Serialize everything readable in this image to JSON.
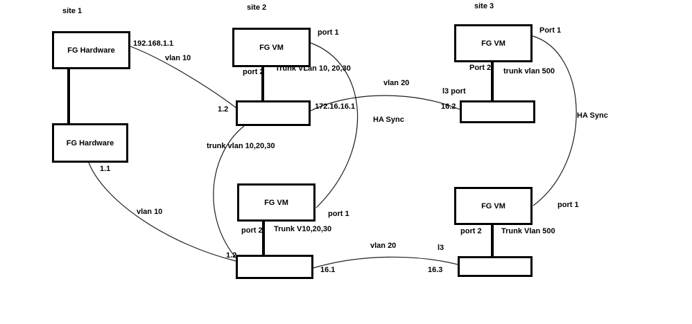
{
  "diagram": {
    "title": "FortiGate multi-site network topology",
    "line_color": "#1c1c1c",
    "box_border_color": "#000000",
    "site_labels": {
      "site1": "site 1",
      "site2": "site 2",
      "site3": "site 3"
    },
    "nodes": {
      "s1_hw_top": {
        "label": "FG Hardware"
      },
      "s1_hw_bot": {
        "label": "FG Hardware"
      },
      "s2_vm_top": {
        "label": "FG VM"
      },
      "s2_vm_bot": {
        "label": "FG VM"
      },
      "s3_vm_top": {
        "label": "FG VM"
      },
      "s3_vm_bot": {
        "label": "FG VM"
      }
    },
    "annotations": {
      "ip_fg_hw": "192.168.1.1",
      "vlan10_upper": "vlan 10",
      "vlan10_lower": "vlan 10",
      "s1_hw_bot_id": "1.1",
      "s2_port1_top": "port 1",
      "s2_port2_top": "port 2",
      "s2_trunk_top": "Trunk VLan 10, 20,30",
      "s2_sw_top_id": "1.2",
      "s2_sw_top_ip": "172.16.16.1",
      "trunk_interswitch": "trunk vlan 10,20,30",
      "s2_vm_bot_port2": "port 2",
      "s2_vm_bot_trunk": "Trunk V10,20,30",
      "s2_vm_bot_port1": "port 1",
      "s2_sw_bot_id": "1.2",
      "s2_sw_bot_ip": "16.1",
      "vlan20_top": "vlan 20",
      "vlan20_bot": "vlan 20",
      "ha_sync_s2": "HA Sync",
      "ha_sync_s3": "HA Sync",
      "s3_port1_top": "Port 1",
      "s3_port2_top": "Port 2",
      "s3_trunk_top": "trunk vlan 500",
      "l3_port": "l3 port",
      "s3_sw_top_ip": "16.2",
      "s3_vm_bot_port1": "port 1",
      "s3_vm_bot_port2": "port 2",
      "s3_trunk_bot": "Trunk Vlan 500",
      "l3": "l3",
      "s3_sw_bot_ip": "16.3"
    }
  }
}
